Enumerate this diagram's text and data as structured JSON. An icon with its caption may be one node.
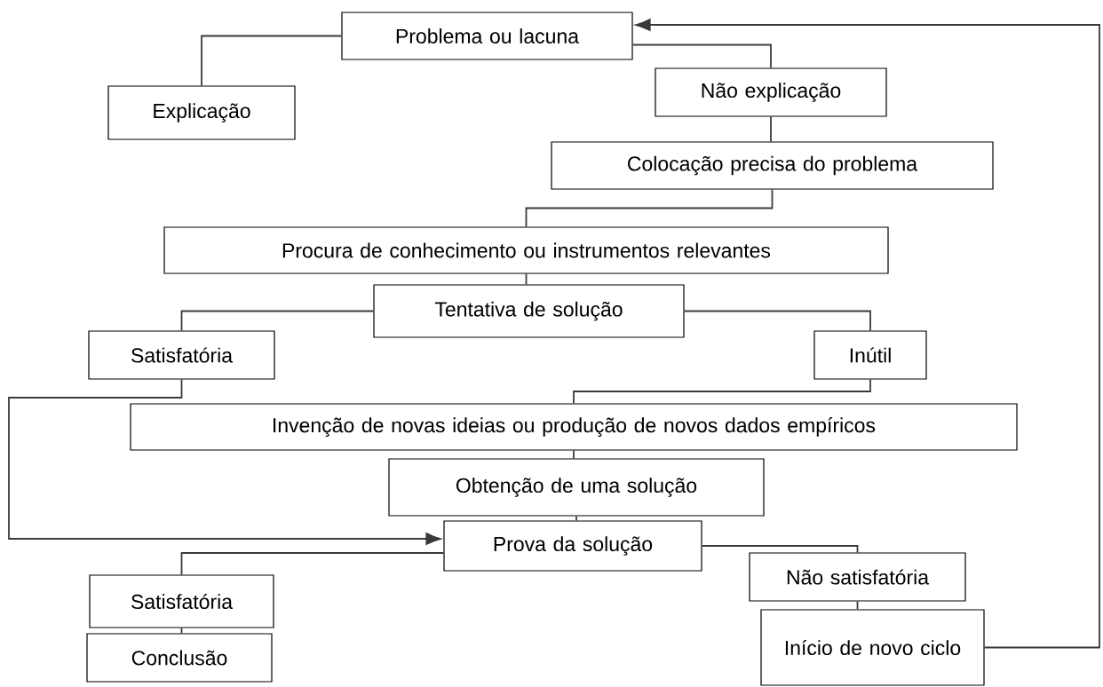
{
  "diagram": {
    "nodes": [
      {
        "text": [
          "Problema ou lacuna"
        ]
      },
      {
        "text": [
          "Explicação"
        ]
      },
      {
        "text": [
          "Não explicação"
        ]
      },
      {
        "text": [
          "Colocação precisa do problema"
        ]
      },
      {
        "text": [
          "Procura de conhecimento ou instrumentos relevantes"
        ]
      },
      {
        "text": [
          "Tentativa de solução"
        ]
      },
      {
        "text": [
          "Satisfatória"
        ]
      },
      {
        "text": [
          "Inútil"
        ]
      },
      {
        "text": [
          "Invenção de novas ideias ou produção de novos dados empíricos"
        ]
      },
      {
        "text": [
          "Obtenção de uma solução"
        ]
      },
      {
        "text": [
          "Prova da solução"
        ]
      },
      {
        "text": [
          "Satisfatória"
        ]
      },
      {
        "text": [
          "Não satisfatória"
        ]
      },
      {
        "text": [
          "Início de novo ciclo"
        ]
      },
      {
        "text": [
          "Conclusão"
        ]
      }
    ],
    "edges": [
      {
        "from": 0,
        "to": 1,
        "arrow": "none"
      },
      {
        "from": 0,
        "to": 2,
        "arrow": "none"
      },
      {
        "from": 2,
        "to": 3,
        "arrow": "none"
      },
      {
        "from": 3,
        "to": 4,
        "arrow": "none"
      },
      {
        "from": 4,
        "to": 5,
        "arrow": "none"
      },
      {
        "from": 5,
        "to": 6,
        "arrow": "none"
      },
      {
        "from": 5,
        "to": 7,
        "arrow": "none"
      },
      {
        "from": 7,
        "to": 8,
        "arrow": "none"
      },
      {
        "from": 6,
        "to": 10,
        "arrow": "to"
      },
      {
        "from": 8,
        "to": 9,
        "arrow": "none"
      },
      {
        "from": 9,
        "to": 10,
        "arrow": "none"
      },
      {
        "from": 10,
        "to": 11,
        "arrow": "none"
      },
      {
        "from": 10,
        "to": 12,
        "arrow": "none"
      },
      {
        "from": 11,
        "to": 14,
        "arrow": "none"
      },
      {
        "from": 12,
        "to": 13,
        "arrow": "none"
      },
      {
        "from": 13,
        "to": 0,
        "arrow": "to"
      }
    ]
  }
}
